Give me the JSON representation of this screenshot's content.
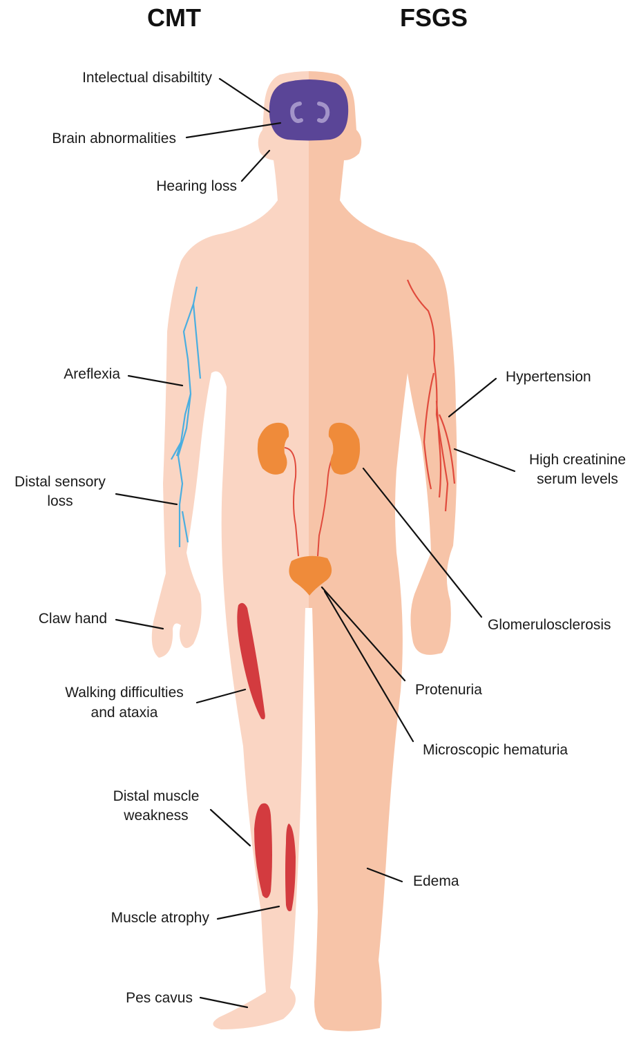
{
  "headers": {
    "left": "CMT",
    "right": "FSGS"
  },
  "labels": {
    "intellectual_disability": "Intelectual disabiltity",
    "brain_abnormalities": "Brain abnormalities",
    "hearing_loss": "Hearing loss",
    "areflexia": "Areflexia",
    "distal_sensory_loss_1": "Distal sensory",
    "distal_sensory_loss_2": "loss",
    "claw_hand": "Claw hand",
    "walking_1": "Walking difficulties",
    "walking_2": "and ataxia",
    "distal_muscle_1": "Distal muscle",
    "distal_muscle_2": "weakness",
    "muscle_atrophy": "Muscle atrophy",
    "pes_cavus": "Pes cavus",
    "hypertension": "Hypertension",
    "creatinine_1": "High creatinine",
    "creatinine_2": "serum levels",
    "glomerulosclerosis": "Glomerulosclerosis",
    "protenuria": "Protenuria",
    "hematuria": "Microscopic hematuria",
    "edema": "Edema"
  },
  "colors": {
    "skin_left": "#fad5c3",
    "skin_right": "#f7c4a8",
    "brain": "#5a4597",
    "brain_detail": "#a394c9",
    "organ": "#ef8b3a",
    "vessel": "#e04a3c",
    "nerve": "#4aaee0",
    "muscle": "#d33b3f"
  }
}
